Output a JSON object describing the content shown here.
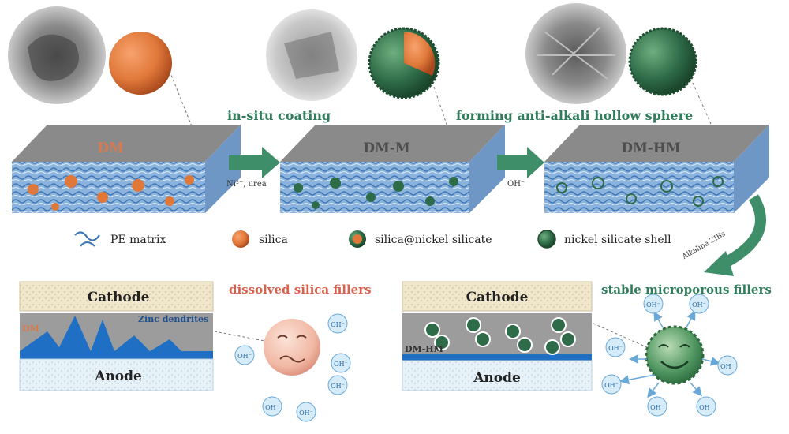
{
  "steps": {
    "step1_label": "in-situ coating",
    "step1_sub": "Ni²⁺, urea",
    "step2_label": "forming anti-alkali hollow sphere",
    "step2_sub": "OH⁻",
    "step3_sub": "Alkaline ZIBs"
  },
  "separators": {
    "dm": "DM",
    "dm_m": "DM-M",
    "dm_hm": "DM-HM"
  },
  "legend": {
    "pe_matrix": "PE matrix",
    "silica": "silica",
    "silica_nickel_silicate": "silica@nickel silicate",
    "nickel_silicate_shell": "nickel silicate shell"
  },
  "left_cell": {
    "cathode": "Cathode",
    "anode": "Anode",
    "separator": "DM",
    "dendrites": "Zinc dendrites",
    "caption": "dissolved silica fillers",
    "ion": "OH⁻"
  },
  "right_cell": {
    "cathode": "Cathode",
    "anode": "Anode",
    "separator": "DM-HM",
    "caption": "stable microporous fillers",
    "ion": "OH⁻"
  },
  "colors": {
    "accent_green": "#2f7d5b",
    "silica_orange": "#e0783a",
    "shell_green": "#2e6b48",
    "pe_blue": "#4a86c8",
    "anode_blue": "#1f6fc4",
    "caption_red": "#d9604a"
  }
}
